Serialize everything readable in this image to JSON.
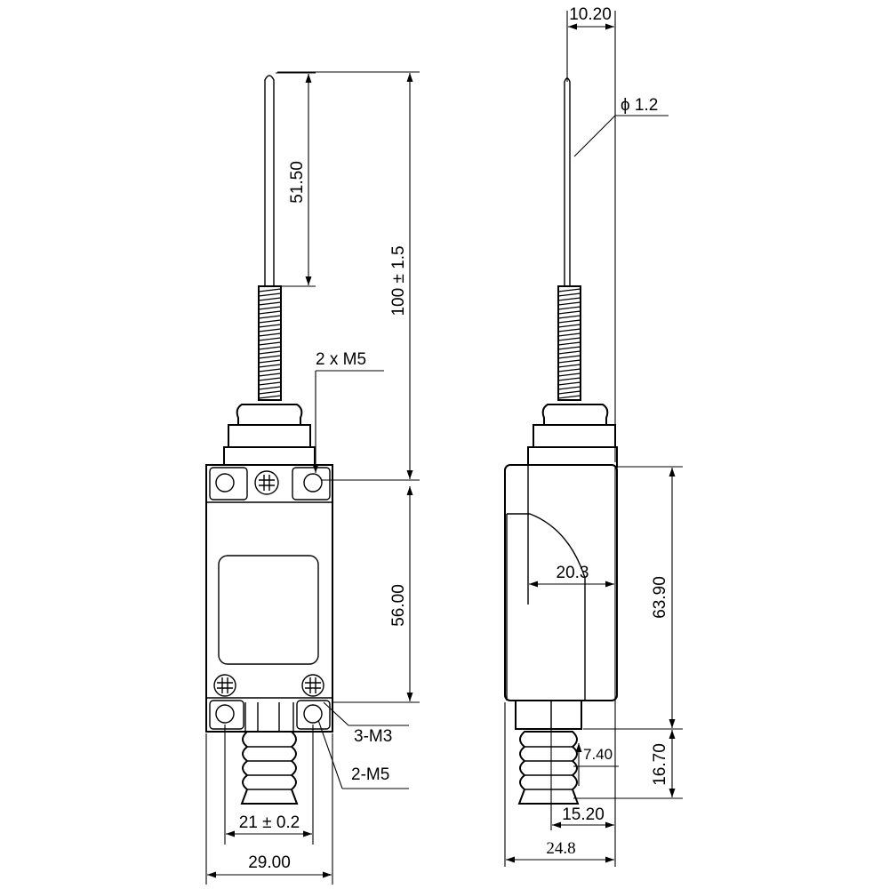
{
  "drawing": {
    "front_view": {
      "dims": {
        "rod_length": "51.50",
        "total_length": "100 ± 1.5",
        "body_height": "56.00",
        "hole_spacing": "21 ± 0.2",
        "body_width": "29.00"
      },
      "callouts": {
        "top_holes": "2 x M5",
        "bottom_screws": "3-M3",
        "bottom_holes": "2-M5"
      }
    },
    "side_view": {
      "dims": {
        "rod_offset": "10.20",
        "rod_diameter": "ϕ 1.2",
        "body_inner": "20.3",
        "body_height": "63.90",
        "plunger_width": "7.40",
        "plunger_height": "16.70",
        "base_offset": "15.20",
        "overall_width": "24.8"
      }
    }
  }
}
